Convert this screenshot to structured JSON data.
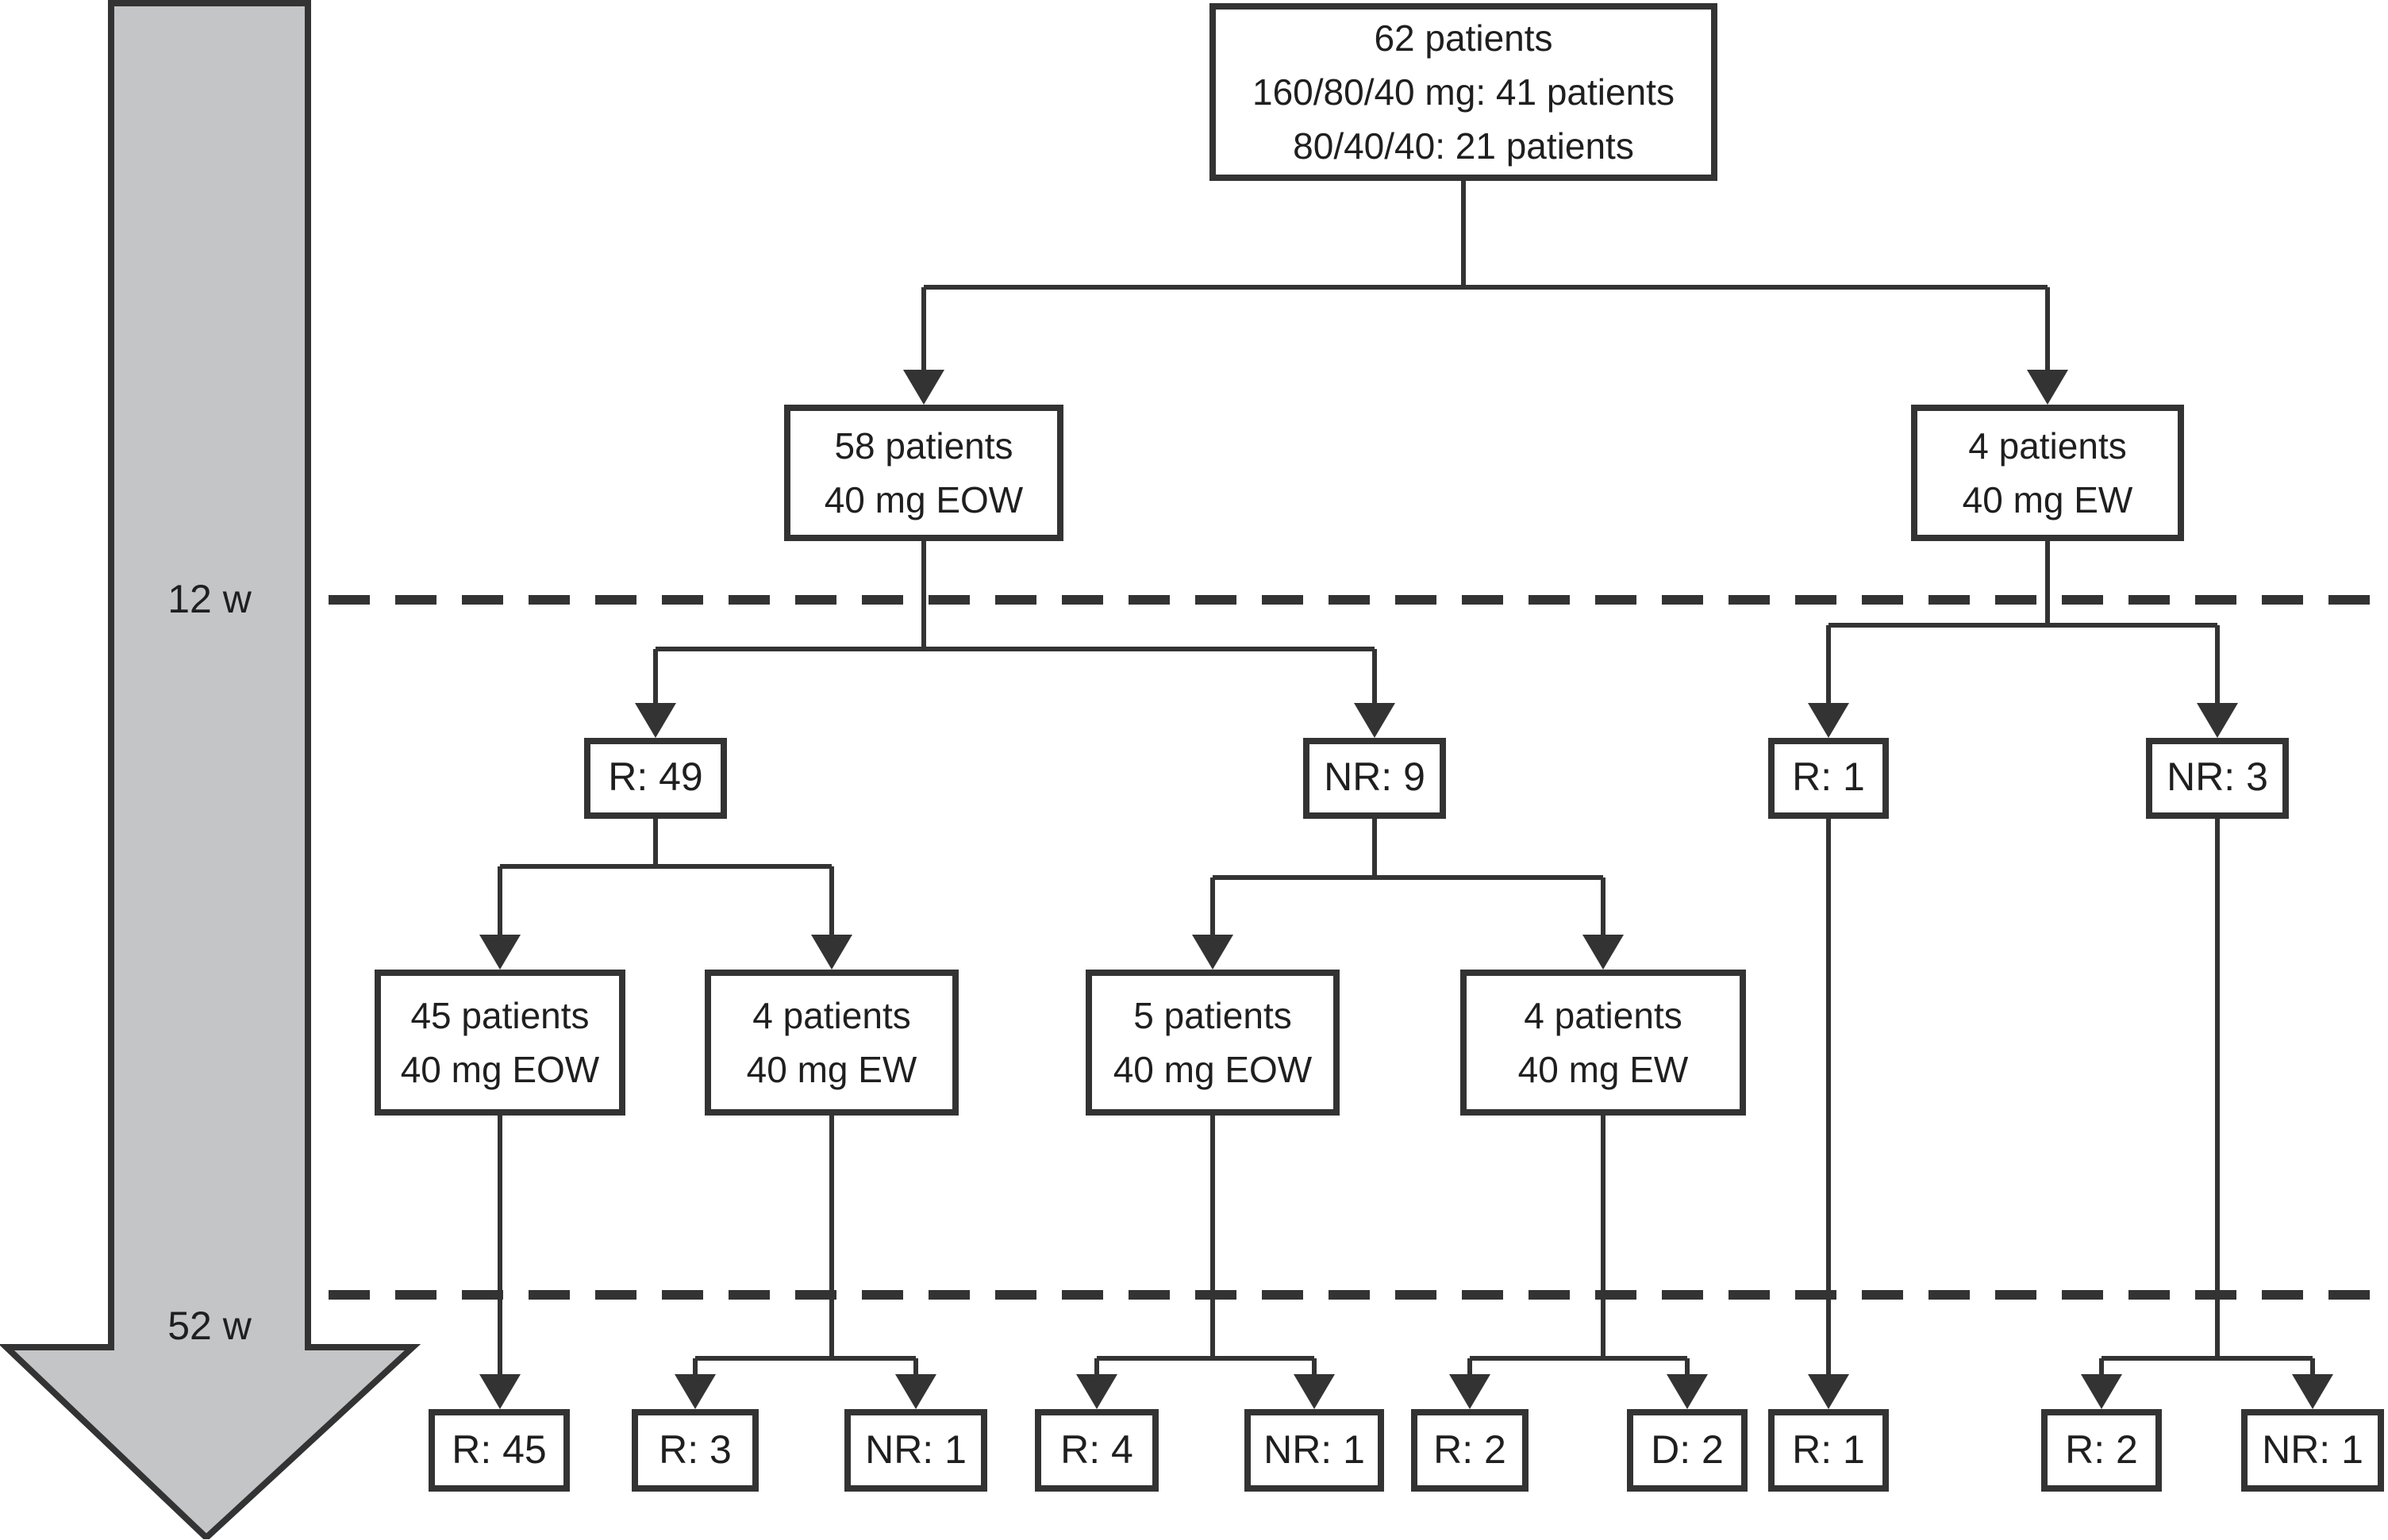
{
  "figure": {
    "type": "patient-flow-diagram",
    "description": "Flowchart of 62 patients through dosing regimens with responder status at 12 and 52 weeks"
  },
  "timeline": {
    "week12_label": "12 w",
    "week52_label": "52 w"
  },
  "nodes": {
    "root": {
      "line1": "62 patients",
      "line2": "160/80/40 mg: 41 patients",
      "line3": "80/40/40: 21 patients"
    },
    "eow58": {
      "line1": "58 patients",
      "line2": "40 mg EOW"
    },
    "ew4_top": {
      "line1": "4 patients",
      "line2": "40 mg EW"
    },
    "r49": {
      "label": "R: 49"
    },
    "nr9": {
      "label": "NR: 9"
    },
    "r1_mid": {
      "label": "R: 1"
    },
    "nr3": {
      "label": "NR: 3"
    },
    "eow45": {
      "line1": "45 patients",
      "line2": "40 mg EOW"
    },
    "ew4_left": {
      "line1": "4 patients",
      "line2": "40 mg EW"
    },
    "eow5": {
      "line1": "5 patients",
      "line2": "40 mg EOW"
    },
    "ew4_mid": {
      "line1": "4 patients",
      "line2": "40 mg EW"
    },
    "r45": {
      "label": "R: 45"
    },
    "r3": {
      "label": "R: 3"
    },
    "nr1_a": {
      "label": "NR: 1"
    },
    "r4": {
      "label": "R: 4"
    },
    "nr1_b": {
      "label": "NR: 1"
    },
    "r2_a": {
      "label": "R: 2"
    },
    "d2": {
      "label": "D: 2"
    },
    "r1_bottom": {
      "label": "R: 1"
    },
    "r2_b": {
      "label": "R: 2"
    },
    "nr1_c": {
      "label": "NR: 1"
    }
  },
  "colors": {
    "line": "#333333",
    "box_border": "#333333",
    "text": "#1f1f1f",
    "timeline_arrow_fill": "#c4c5c7",
    "background": "#ffffff"
  }
}
